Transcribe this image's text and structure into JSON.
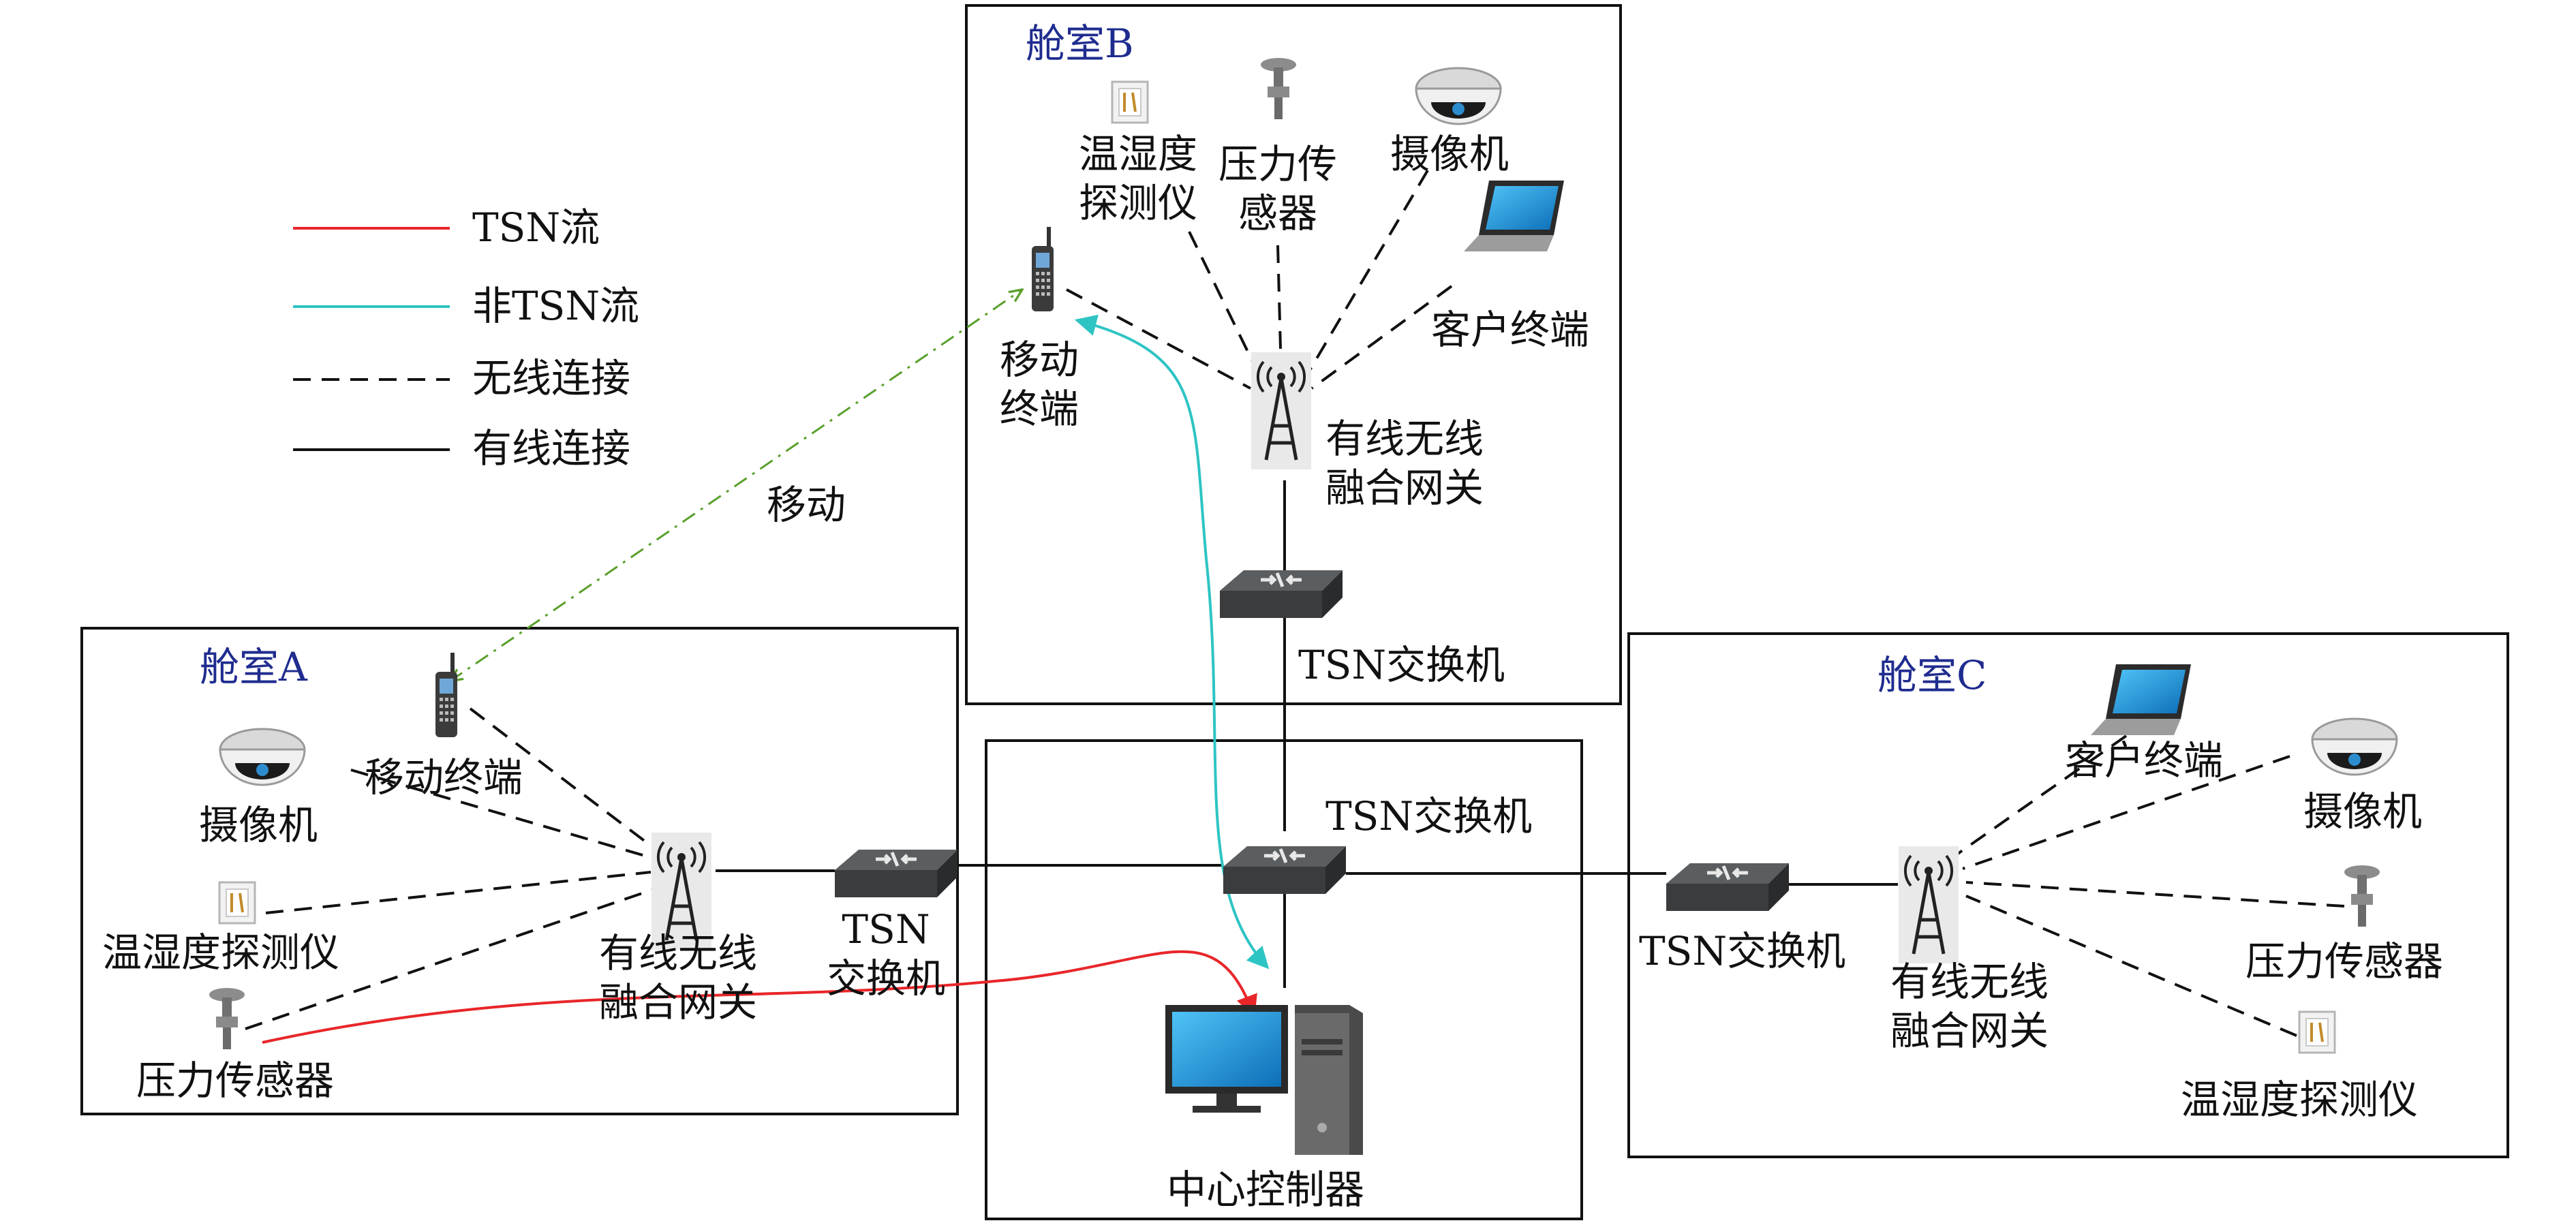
{
  "legend": {
    "tsn_flow": "TSN流",
    "non_tsn_flow": "非TSN流",
    "wireless": "无线连接",
    "wired": "有线连接"
  },
  "move_label": "移动",
  "cabin_b": {
    "title": "舱室B",
    "humidity": [
      "温湿度",
      "探测仪"
    ],
    "pressure": [
      "压力传",
      "感器"
    ],
    "camera": "摄像机",
    "client": "客户终端",
    "mobile": [
      "移动",
      "终端"
    ],
    "gateway": [
      "有线无线",
      "融合网关"
    ],
    "switch": "TSN交换机"
  },
  "cabin_a": {
    "title": "舱室A",
    "mobile": "移动终端",
    "camera": "摄像机",
    "humidity": "温湿度探测仪",
    "pressure": "压力传感器",
    "gateway": [
      "有线无线",
      "融合网关"
    ],
    "switch": [
      "TSN",
      "交换机"
    ]
  },
  "center": {
    "switch": "TSN交换机",
    "controller": "中心控制器"
  },
  "cabin_c": {
    "title": "舱室C",
    "client": "客户终端",
    "camera": "摄像机",
    "pressure": "压力传感器",
    "humidity": "温湿度探测仪",
    "switch": "TSN交换机",
    "gateway": [
      "有线无线",
      "融合网关"
    ]
  },
  "colors": {
    "tsn": "#e8262a",
    "non_tsn": "#2ec4c4",
    "move": "#5aa02c",
    "cabin_title": "#1f2c8f"
  }
}
